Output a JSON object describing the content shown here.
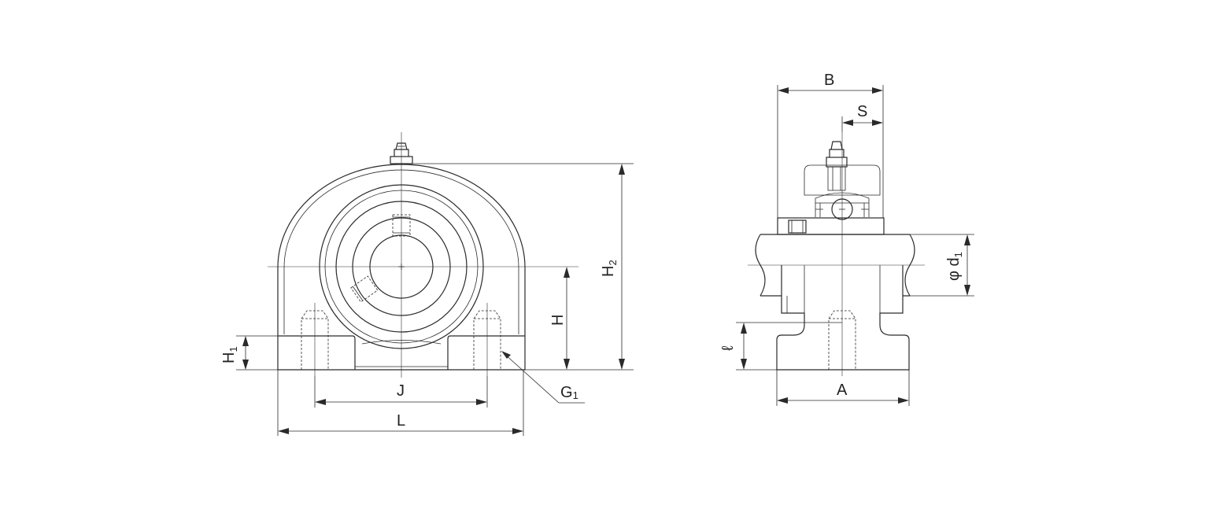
{
  "labels": {
    "B": "B",
    "S": "S",
    "H2_main": "H",
    "H2_sub": "2",
    "H": "H",
    "H1_main": "H",
    "H1_sub": "1",
    "J": "J",
    "L": "L",
    "G1_main": "G",
    "G1_sub": "1",
    "A": "A",
    "ell": "ℓ",
    "phi_d1_main": "φ d",
    "phi_d1_sub": "1"
  },
  "colors": {
    "line": "#2a2a2a",
    "section_fill": "#f7dbe2",
    "section_hatch": "#e05a6a",
    "background": "#ffffff"
  }
}
